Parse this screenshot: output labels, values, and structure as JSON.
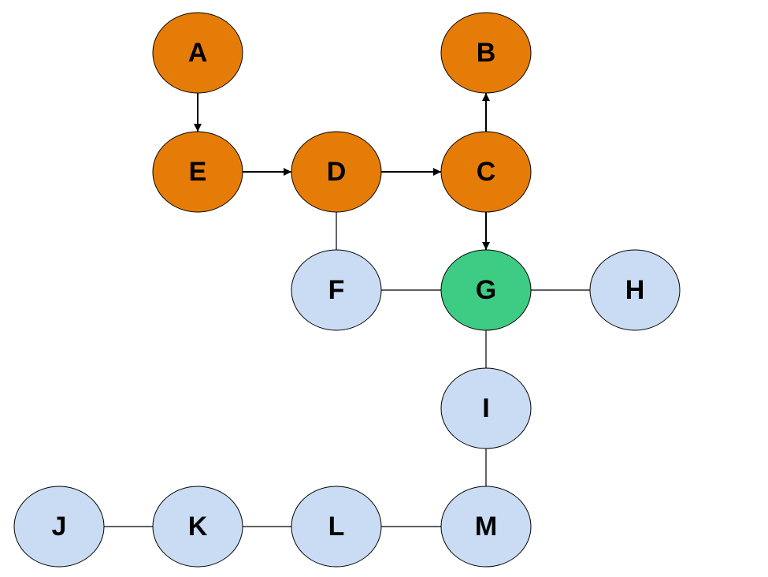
{
  "colors": {
    "visited": "#e67c08",
    "current": "#3ecb84",
    "unvisited": "#c9dcf3",
    "edge": "#000000",
    "label": "#000000"
  },
  "nodes": [
    {
      "id": "A",
      "label": "A",
      "state": "visited"
    },
    {
      "id": "B",
      "label": "B",
      "state": "visited"
    },
    {
      "id": "E",
      "label": "E",
      "state": "visited"
    },
    {
      "id": "D",
      "label": "D",
      "state": "visited"
    },
    {
      "id": "C",
      "label": "C",
      "state": "visited"
    },
    {
      "id": "F",
      "label": "F",
      "state": "unvisited"
    },
    {
      "id": "G",
      "label": "G",
      "state": "current"
    },
    {
      "id": "H",
      "label": "H",
      "state": "unvisited"
    },
    {
      "id": "I",
      "label": "I",
      "state": "unvisited"
    },
    {
      "id": "J",
      "label": "J",
      "state": "unvisited"
    },
    {
      "id": "K",
      "label": "K",
      "state": "unvisited"
    },
    {
      "id": "L",
      "label": "L",
      "state": "unvisited"
    },
    {
      "id": "M",
      "label": "M",
      "state": "unvisited"
    }
  ],
  "edges": [
    {
      "from": "A",
      "to": "E",
      "directed": true
    },
    {
      "from": "E",
      "to": "D",
      "directed": true
    },
    {
      "from": "D",
      "to": "C",
      "directed": true
    },
    {
      "from": "C",
      "to": "B",
      "directed": true
    },
    {
      "from": "C",
      "to": "G",
      "directed": true
    },
    {
      "from": "D",
      "to": "F",
      "directed": false
    },
    {
      "from": "F",
      "to": "G",
      "directed": false
    },
    {
      "from": "G",
      "to": "H",
      "directed": false
    },
    {
      "from": "G",
      "to": "I",
      "directed": false
    },
    {
      "from": "I",
      "to": "M",
      "directed": false
    },
    {
      "from": "J",
      "to": "K",
      "directed": false
    },
    {
      "from": "K",
      "to": "L",
      "directed": false
    },
    {
      "from": "L",
      "to": "M",
      "directed": false
    }
  ]
}
